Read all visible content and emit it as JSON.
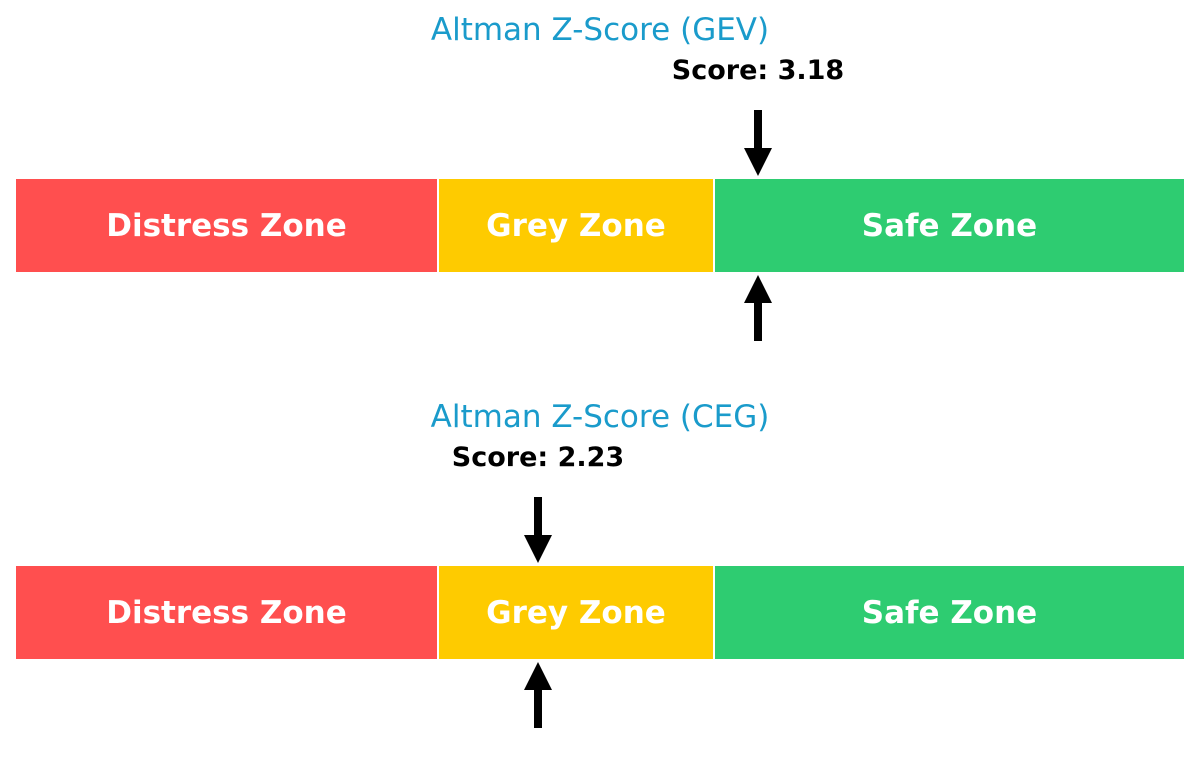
{
  "chart_data": [
    {
      "type": "bar",
      "title": "Altman Z-Score (GEV)",
      "ticker": "GEV",
      "score": 3.18,
      "score_label": "Score: 3.18",
      "scale": [
        0,
        5
      ],
      "zones": [
        {
          "name": "Distress Zone",
          "from": 0,
          "to": 1.8,
          "color": "#ff4f4f"
        },
        {
          "name": "Grey Zone",
          "from": 1.8,
          "to": 3.0,
          "color": "#fecb00"
        },
        {
          "name": "Safe Zone",
          "from": 3.0,
          "to": 5.0,
          "color": "#2ecc71"
        }
      ]
    },
    {
      "type": "bar",
      "title": "Altman Z-Score (CEG)",
      "ticker": "CEG",
      "score": 2.23,
      "score_label": "Score: 2.23",
      "scale": [
        0,
        5
      ],
      "zones": [
        {
          "name": "Distress Zone",
          "from": 0,
          "to": 1.8,
          "color": "#ff4f4f"
        },
        {
          "name": "Grey Zone",
          "from": 1.8,
          "to": 3.0,
          "color": "#fecb00"
        },
        {
          "name": "Safe Zone",
          "from": 3.0,
          "to": 5.0,
          "color": "#2ecc71"
        }
      ]
    }
  ]
}
